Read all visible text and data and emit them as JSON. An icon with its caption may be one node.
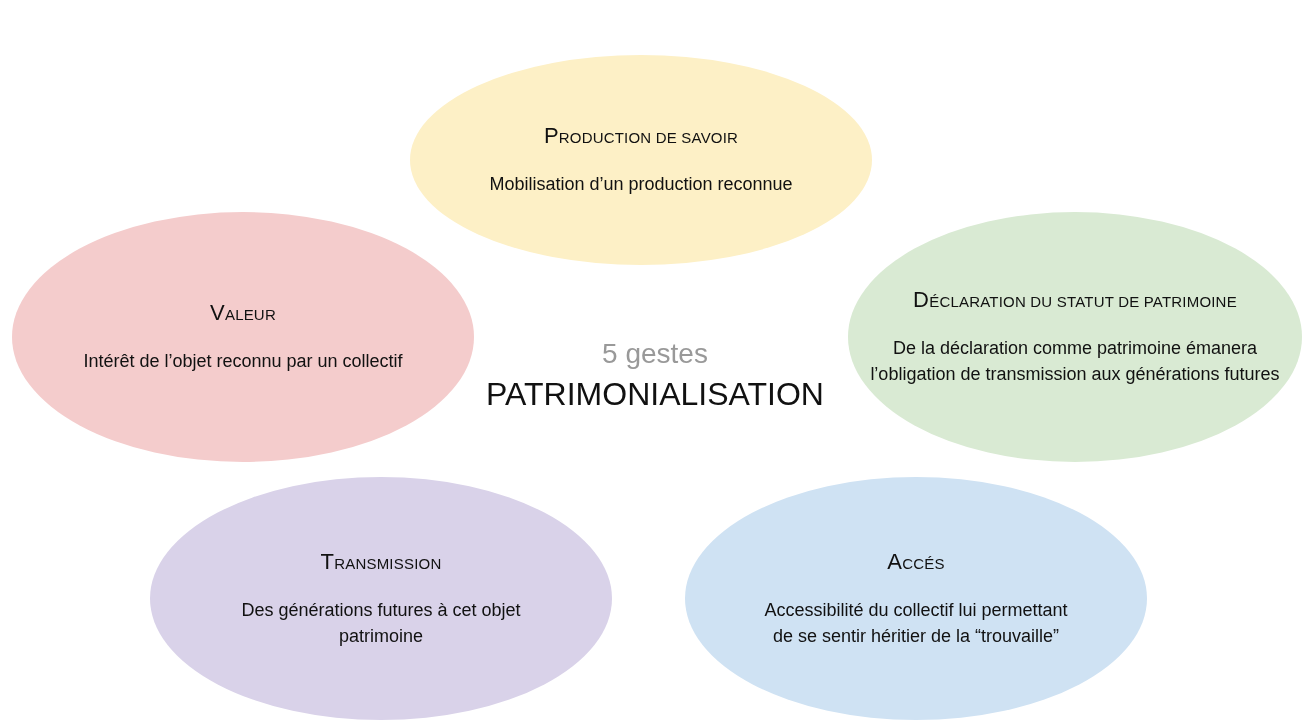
{
  "diagram": {
    "nodes": [
      {
        "text": [
          "PRODUCTION DE SAVOIR",
          "Mobilisation d’un production reconnue"
        ]
      },
      {
        "text": [
          "VALEUR",
          "Intérêt de l’objet reconnu par un collectif"
        ]
      },
      {
        "text": [
          "DÉCLARATION DU STATUT DE PATRIMOINE",
          "De la déclaration comme patrimoine émanera l’obligation de transmission aux générations futures"
        ]
      },
      {
        "text": [
          "TRANSMISSION",
          "Des générations futures à cet objet patrimoine"
        ]
      },
      {
        "text": [
          "ACCÉS",
          "Accessibilité du collectif lui permettant de se sentir héritier de la “trouvaille”"
        ]
      }
    ],
    "edges": [],
    "labels": [
      "5 gestes",
      "PATRIMONIALISATION"
    ]
  }
}
